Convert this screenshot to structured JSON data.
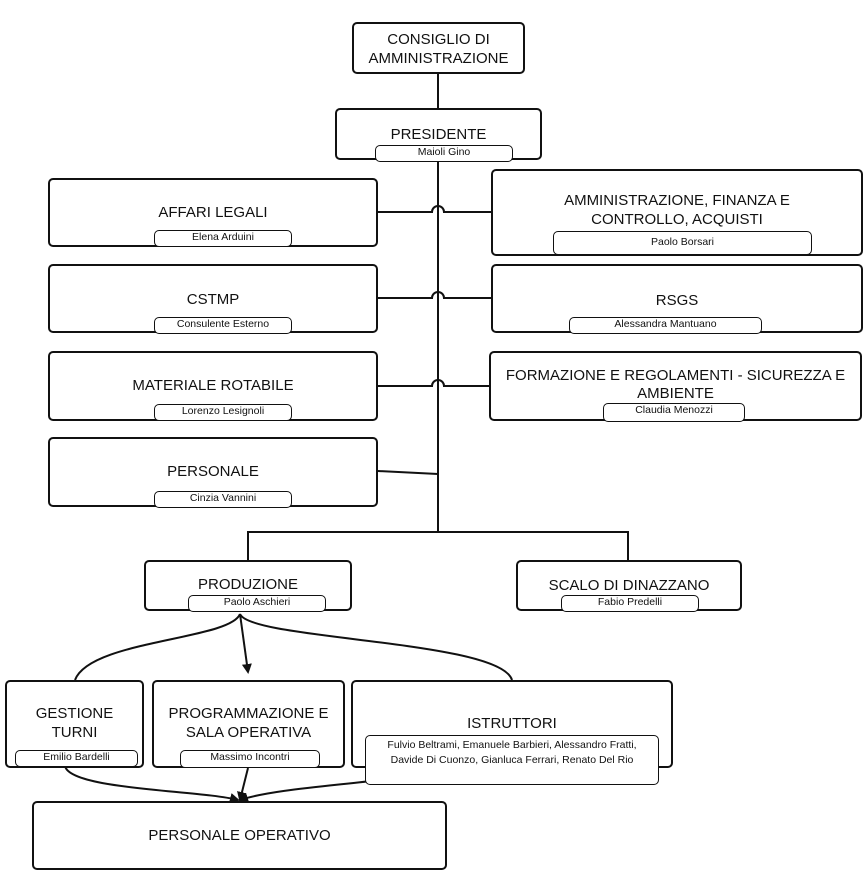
{
  "board": "CONSIGLIO DI AMMINISTRAZIONE",
  "president": {
    "title": "PRESIDENTE",
    "person": "Maioli Gino"
  },
  "left_staff": [
    {
      "title": "AFFARI LEGALI",
      "person": "Elena Arduini"
    },
    {
      "title": "CSTMP",
      "person": "Consulente Esterno"
    },
    {
      "title": "MATERIALE ROTABILE",
      "person": "Lorenzo Lesignoli"
    },
    {
      "title": "PERSONALE",
      "person": "Cinzia Vannini"
    }
  ],
  "right_staff": [
    {
      "title": "AMMINISTRAZIONE, FINANZA E CONTROLLO, ACQUISTI",
      "person": "Paolo Borsari"
    },
    {
      "title": "RSGS",
      "person": "Alessandra Mantuano"
    },
    {
      "title": "FORMAZIONE E REGOLAMENTI - SICUREZZA E AMBIENTE",
      "person": "Claudia Menozzi"
    }
  ],
  "production": {
    "title": "PRODUZIONE",
    "person": "Paolo Aschieri"
  },
  "scalo": {
    "title": "SCALO DI DINAZZANO",
    "person": "Fabio Predelli"
  },
  "sub_units": [
    {
      "title": "GESTIONE TURNI",
      "person": "Emilio Bardelli"
    },
    {
      "title": "PROGRAMMAZIONE E SALA OPERATIVA",
      "person": "Massimo Incontri"
    },
    {
      "title": "ISTRUTTORI",
      "person": "Fulvio Beltrami, Emanuele Barbieri, Alessandro Fratti, Davide Di Cuonzo, Gianluca Ferrari, Renato Del Rio"
    }
  ],
  "operational": "PERSONALE OPERATIVO"
}
